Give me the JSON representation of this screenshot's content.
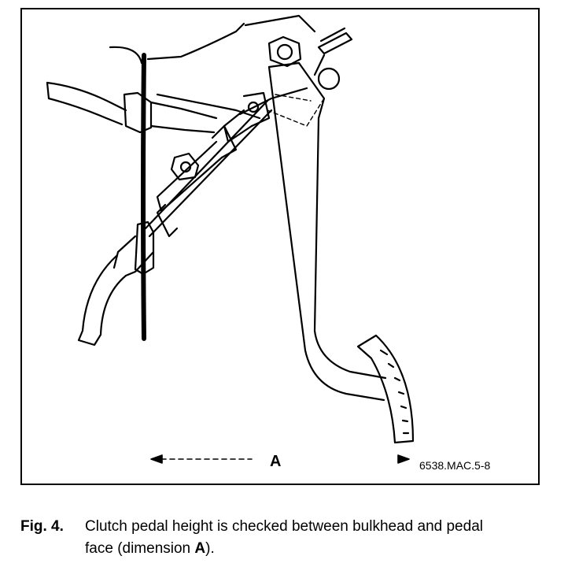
{
  "figure": {
    "dimension_label": "A",
    "reference_code": "6538.MAC.5-8"
  },
  "caption": {
    "label": "Fig. 4.",
    "text_line1": "Clutch pedal height is checked between bulkhead and pedal",
    "text_line2_pre": "face (dimension ",
    "text_line2_bold": "A",
    "text_line2_post": ")."
  }
}
